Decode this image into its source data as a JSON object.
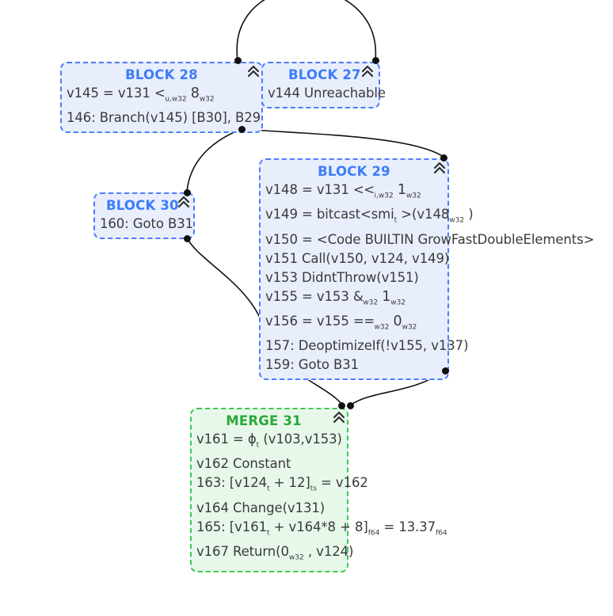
{
  "graph": {
    "title": "control-flow-graph",
    "colors": {
      "block_border": "#4a7dfc",
      "block_fill": "#e8eefc",
      "block_title": "#3d7bfb",
      "merge_border": "#3cc94b",
      "merge_fill": "#e7f8ea",
      "merge_title": "#2aa83a",
      "edge": "#111111",
      "text": "#3a3a3a"
    },
    "collapse_icon": "double-chevron-up-icon"
  },
  "nodes": [
    {
      "id": "block28",
      "title": "BLOCK 28",
      "kind": "block",
      "rows": [
        {
          "id": "row-v145",
          "parts": [
            {
              "t": "v145 = v131 "
            },
            {
              "t": "<",
              "cls": "op"
            },
            {
              "t": "u,w32",
              "cls": "sub"
            },
            {
              "t": " "
            },
            {
              "t": "8",
              "cls": "bignum"
            },
            {
              "t": "w32",
              "cls": "sub"
            }
          ]
        },
        {
          "id": "row-146",
          "parts": [
            {
              "t": "146: Branch(v145) [B30], B29"
            }
          ]
        }
      ]
    },
    {
      "id": "block27",
      "title": "BLOCK 27",
      "kind": "block",
      "rows": [
        {
          "id": "row-v144",
          "parts": [
            {
              "t": "v144 Unreachable"
            }
          ]
        }
      ]
    },
    {
      "id": "block30",
      "title": "BLOCK 30",
      "kind": "block",
      "rows": [
        {
          "id": "row-160",
          "parts": [
            {
              "t": "160: Goto B31"
            }
          ]
        }
      ]
    },
    {
      "id": "block29",
      "title": "BLOCK 29",
      "kind": "block",
      "rows": [
        {
          "id": "row-v148",
          "parts": [
            {
              "t": "v148 = v131 "
            },
            {
              "t": "<<",
              "cls": "op"
            },
            {
              "t": "i,w32",
              "cls": "sub"
            },
            {
              "t": " "
            },
            {
              "t": "1",
              "cls": "bignum"
            },
            {
              "t": "w32",
              "cls": "sub"
            }
          ]
        },
        {
          "id": "row-v149",
          "parts": [
            {
              "t": "v149 = bitcast<smi"
            },
            {
              "t": "t",
              "cls": "sub"
            },
            {
              "t": " >(v148"
            },
            {
              "t": "w32",
              "cls": "sub"
            },
            {
              "t": " )"
            }
          ]
        },
        {
          "id": "row-v150",
          "parts": [
            {
              "t": "v150 = <Code BUILTIN GrowFastDoubleElements>"
            }
          ]
        },
        {
          "id": "row-v151",
          "parts": [
            {
              "t": "v151 Call(v150, v124, v149)"
            }
          ]
        },
        {
          "id": "row-v153",
          "parts": [
            {
              "t": "v153 DidntThrow(v151)"
            }
          ]
        },
        {
          "id": "row-v155",
          "parts": [
            {
              "t": "v155 = v153 "
            },
            {
              "t": "&",
              "cls": "op"
            },
            {
              "t": "w32",
              "cls": "sub"
            },
            {
              "t": " "
            },
            {
              "t": "1",
              "cls": "bignum"
            },
            {
              "t": "w32",
              "cls": "sub"
            }
          ]
        },
        {
          "id": "row-v156",
          "parts": [
            {
              "t": "v156 = v155 "
            },
            {
              "t": "==",
              "cls": "op"
            },
            {
              "t": "w32",
              "cls": "sub"
            },
            {
              "t": " "
            },
            {
              "t": "0",
              "cls": "bignum"
            },
            {
              "t": "w32",
              "cls": "sub"
            }
          ]
        },
        {
          "id": "row-157",
          "parts": [
            {
              "t": "157: DeoptimizeIf(!v155, v137)"
            }
          ]
        },
        {
          "id": "row-159",
          "parts": [
            {
              "t": "159: Goto B31"
            }
          ]
        }
      ]
    },
    {
      "id": "merge31",
      "title": "MERGE 31",
      "kind": "merge",
      "rows": [
        {
          "id": "row-v161",
          "parts": [
            {
              "t": "v161 = ϕ"
            },
            {
              "t": "t",
              "cls": "sub"
            },
            {
              "t": " (v103,v153)"
            }
          ]
        },
        {
          "id": "row-v162",
          "parts": [
            {
              "t": "v162 Constant"
            }
          ]
        },
        {
          "id": "row-163",
          "parts": [
            {
              "t": "163: [v124"
            },
            {
              "t": "t",
              "cls": "sub"
            },
            {
              "t": " + 12]"
            },
            {
              "t": "ts",
              "cls": "sub"
            },
            {
              "t": " = v162"
            }
          ]
        },
        {
          "id": "row-v164",
          "parts": [
            {
              "t": "v164 Change(v131)"
            }
          ]
        },
        {
          "id": "row-165",
          "parts": [
            {
              "t": "165: [v161"
            },
            {
              "t": "t",
              "cls": "sub"
            },
            {
              "t": " + v164*8 + 8]"
            },
            {
              "t": "f64",
              "cls": "sub"
            },
            {
              "t": " = 13.37"
            },
            {
              "t": "f64",
              "cls": "sub"
            }
          ]
        },
        {
          "id": "row-v167",
          "parts": [
            {
              "t": "v167 Return(0"
            },
            {
              "t": "w32",
              "cls": "sub"
            },
            {
              "t": " , v124)"
            }
          ]
        }
      ]
    }
  ],
  "edges": [
    {
      "id": "edge-top-arc-left",
      "from": "offscreen-top",
      "to": "block28"
    },
    {
      "id": "edge-top-arc-right",
      "from": "offscreen-top",
      "to": "block27"
    },
    {
      "id": "edge-b28-b30",
      "from": "block28",
      "to": "block30"
    },
    {
      "id": "edge-b28-b29",
      "from": "block28",
      "to": "block29"
    },
    {
      "id": "edge-b30-m31",
      "from": "block30",
      "to": "merge31"
    },
    {
      "id": "edge-b29-m31",
      "from": "block29",
      "to": "merge31"
    }
  ]
}
